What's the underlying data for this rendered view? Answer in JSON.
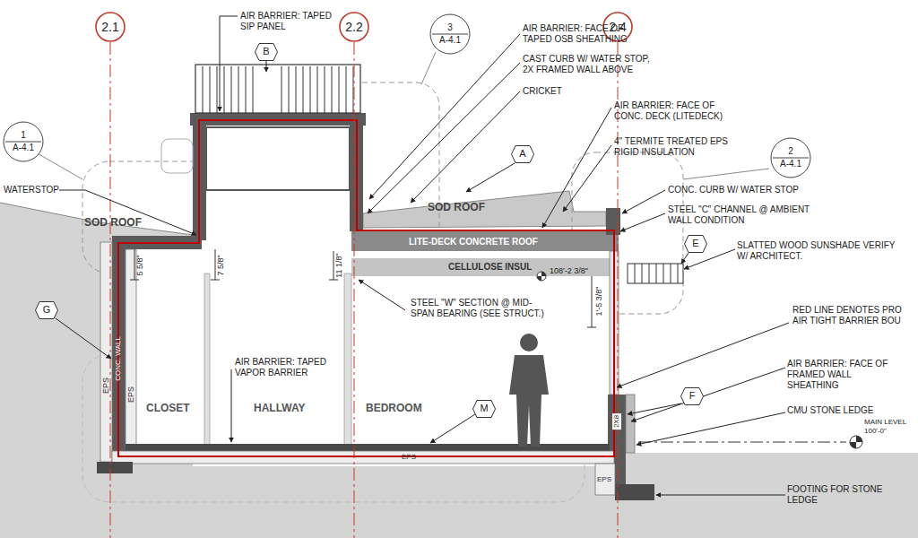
{
  "diagram": {
    "nodes": [
      {
        "text": [
          "2.1"
        ]
      },
      {
        "text": [
          "2.2"
        ]
      },
      {
        "text": [
          "2.4"
        ]
      },
      {
        "text": [
          "3",
          "A-4.1"
        ]
      },
      {
        "text": [
          "1",
          "A-4.1"
        ]
      },
      {
        "text": [
          "2",
          "A-4.1"
        ]
      },
      {
        "text": [
          "B"
        ]
      },
      {
        "text": [
          "A"
        ]
      },
      {
        "text": [
          "E"
        ]
      },
      {
        "text": [
          "G"
        ]
      },
      {
        "text": [
          "M"
        ]
      },
      {
        "text": [
          "F"
        ]
      }
    ],
    "labels": [
      "AIR BARRIER: TAPED SIP PANEL",
      "AIR BARRIER: FACE OF TAPED OSB SHEATHING",
      "CAST CURB W/ WATER STOP, 2X FRAMED WALL ABOVE",
      "CRICKET",
      "AIR BARRIER: FACE OF CONC. DECK (LITEDECK)",
      "4\" TERMITE TREATED EPS RIGID INSULATION",
      "CONC. CURB W/ WATER STOP",
      "STEEL \"C\" CHANNEL @ AMBIENT WALL CONDITION",
      "SLATTED WOOD SUNSHADE VERIFY W/ ARCHITECT.",
      "WATERSTOP",
      "SOD ROOF",
      "SOD ROOF",
      "LITE-DECK CONCRETE ROOF",
      "CELLULOSE INSUL",
      "108'-2 3/8\"",
      "5 5/8\"",
      "7 5/8\"",
      "11 1/8\"",
      "1'-5 3/8\"",
      "STEEL \"W\" SECTION @ MID-SPAN BEARING (SEE STRUCT.)",
      "RED LINE DENOTES PRO AIR TIGHT BARRIER BOU",
      "AIR BARRIER: FACE OF FRAMED WALL SHEATHING",
      "CMU STONE LEDGE",
      "AIR BARRIER: TAPED VAPOR BARRIER",
      "CLOSET",
      "HALLWAY",
      "BEDROOM",
      "EPS",
      "CONC. WALL",
      "EPS",
      "2X8",
      "EPS",
      "EPS",
      "MAIN LEVEL 100'-0\"",
      "FOOTING FOR STONE LEDGE"
    ]
  }
}
